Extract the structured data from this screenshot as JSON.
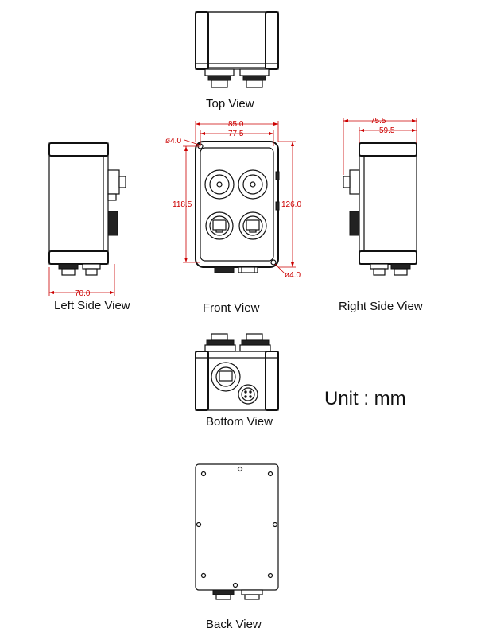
{
  "views": {
    "top": "Top View",
    "left": "Left Side View",
    "front": "Front View",
    "right": "Right Side View",
    "bottom": "Bottom View",
    "back": "Back View"
  },
  "unit_label": "Unit : mm",
  "dimensions": {
    "front_width_outer": "85.0",
    "front_width_inner": "77.5",
    "front_height_inner": "118.5",
    "front_height_outer": "126.0",
    "hole_top_left": "ø4.0",
    "hole_bottom_right": "ø4.0",
    "left_depth": "70.0",
    "right_depth_outer": "75.5",
    "right_depth_inner": "59.5"
  },
  "colors": {
    "dimension": "#cc0000",
    "line": "#111111"
  }
}
